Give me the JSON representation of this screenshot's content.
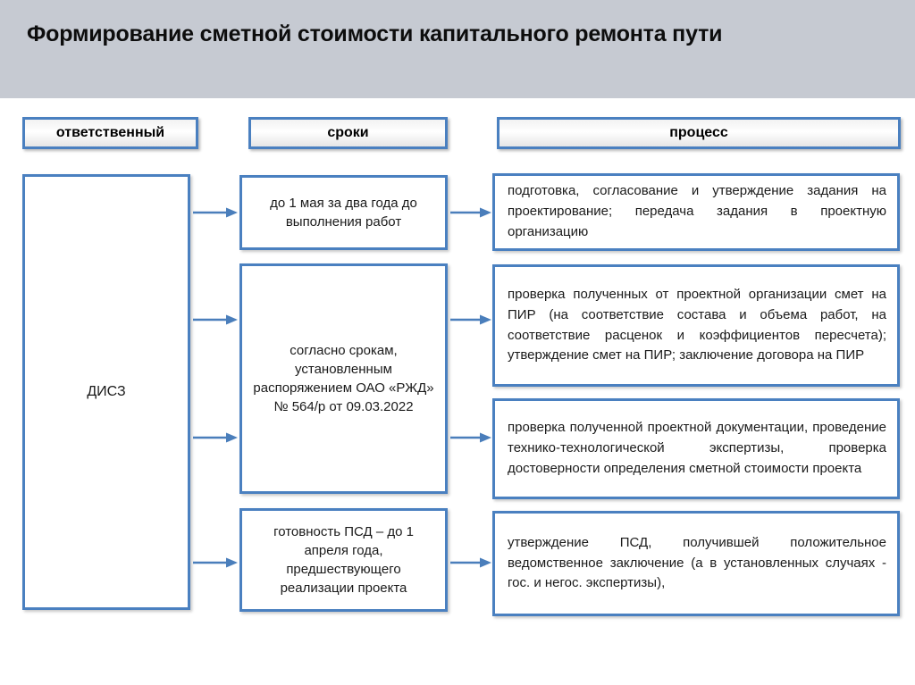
{
  "slide": {
    "title": "Формирование сметной стоимости капитального ремонта пути",
    "accent_color": "#4a80c0",
    "title_band_color": "#c6cad2",
    "arrow_color": "#4a7ebb"
  },
  "headers": [
    {
      "key": "responsible",
      "label": "ответственный"
    },
    {
      "key": "timing",
      "label": "сроки"
    },
    {
      "key": "process",
      "label": "процесс"
    }
  ],
  "responsible": {
    "label": "ДИСЗ"
  },
  "timing_boxes": [
    {
      "text": "до 1 мая за два года до выполнения работ"
    },
    {
      "text": "согласно срокам, установленным распоряжением ОАО «РЖД» № 564/р от 09.03.2022"
    },
    {
      "text": "готовность ПСД – до 1 апреля года, предшествующего реализации проекта"
    }
  ],
  "process_boxes": [
    {
      "text": "подготовка, согласование и утверждение задания на проектирование; передача задания в проектную организацию"
    },
    {
      "text": "проверка полученных от проектной организации смет на ПИР (на соответствие состава и объема работ, на соответствие расценок и коэффициентов пересчета); утверждение смет на ПИР; заключение договора на ПИР"
    },
    {
      "text": "проверка полученной проектной документации, проведение технико-технологической экспертизы, проверка достоверности определения сметной стоимости проекта"
    },
    {
      "text": "утверждение ПСД, получившей положительное ведомственное заключение (а в установленных случаях - гос. и негос. экспертизы),"
    }
  ],
  "arrows": {
    "from_responsible_count": 4,
    "from_timing_count": 4,
    "icon": "arrow-right-icon"
  }
}
